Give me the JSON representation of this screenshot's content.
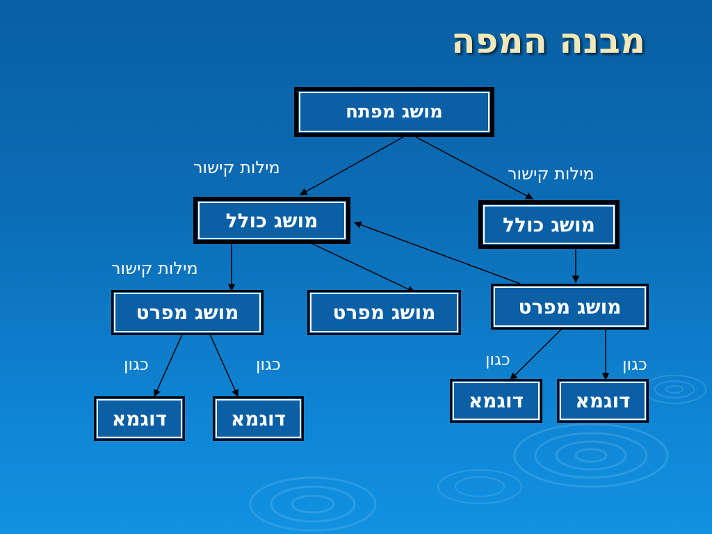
{
  "slide": {
    "title": "מבנה המפה"
  },
  "diagram": {
    "nodes": {
      "key_concept": "מושג מפתח",
      "general_left": "מושג כולל",
      "general_right": "מושג כולל",
      "specific_left": "מושג מפרט",
      "specific_middle": "מושג מפרט",
      "specific_right": "מושג מפרט",
      "example_1": "דוגמא",
      "example_2": "דוגמא",
      "example_3": "דוגמא",
      "example_4": "דוגמא"
    },
    "edge_labels": {
      "link_left": "מילות קישור",
      "link_right": "מילות קישור",
      "link_lower": "מילות קישור",
      "example_label_1": "כגון",
      "example_label_2": "כגון",
      "example_label_3": "כגון",
      "example_label_4": "כגון"
    }
  },
  "colors": {
    "background": "#0b6db6",
    "title": "#f0e8b8",
    "node_fill": "#0a5fa5",
    "node_border": "#000000",
    "node_inner_border": "#ffffff",
    "text": "#ffffff",
    "edge": "#000000"
  }
}
